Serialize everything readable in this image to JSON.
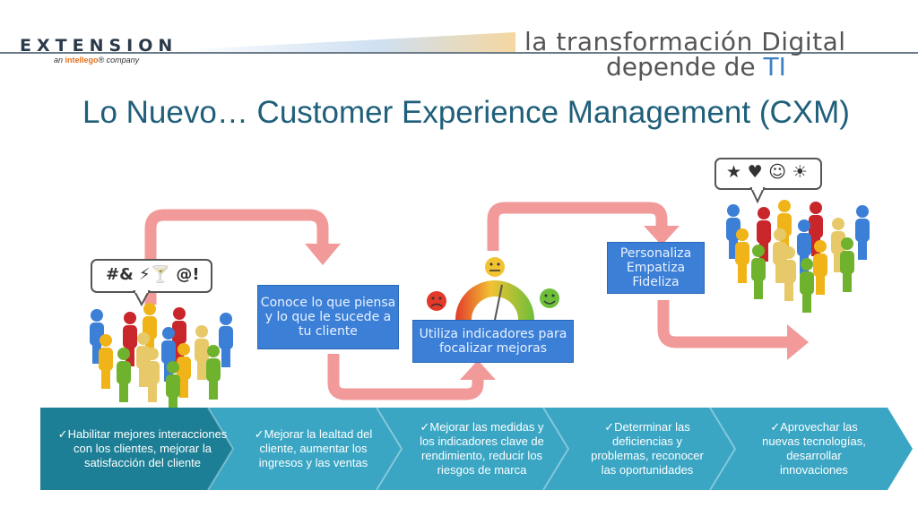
{
  "header": {
    "brand": "EXTENSION",
    "brand_sub_prefix": "an ",
    "brand_sub_accent": "intellego",
    "brand_sub_suffix": "® company",
    "tagline_line1": "la transformación Digital",
    "tagline_line2_prefix": "depende de ",
    "tagline_line2_accent": "TI"
  },
  "title": "Lo Nuevo… Customer Experience Management (CXM)",
  "bubbles": {
    "left": "#& ⚡🍸 @!",
    "right": "★ ♥ ☺ ☀"
  },
  "boxes": {
    "step1": "Conoce lo que piensa y lo que le sucede a tu cliente",
    "step2": "Utiliza indicadores para focalizar mejoras",
    "step3": "Personaliza Empatiza Fideliza"
  },
  "chevrons": [
    {
      "text": "✓Habilitar mejores interacciones con los clientes, mejorar la satisfacción del cliente"
    },
    {
      "text": "✓Mejorar la lealtad del cliente, aumentar los ingresos y las ventas"
    },
    {
      "text": "✓Mejorar las medidas y los indicadores clave de rendimiento, reducir los riesgos de marca"
    },
    {
      "text": "✓Determinar las deficiencias y problemas, reconocer las oportunidades"
    },
    {
      "text": "✓Aprovechar las nuevas tecnologías, desarrollar innovaciones"
    }
  ],
  "colors": {
    "arrow": "#f08a8a",
    "box": "#3b7fd6",
    "chevron_dark": "#1c7f96",
    "chevron_light": "#3aa6c4",
    "title": "#1f5f7a"
  }
}
